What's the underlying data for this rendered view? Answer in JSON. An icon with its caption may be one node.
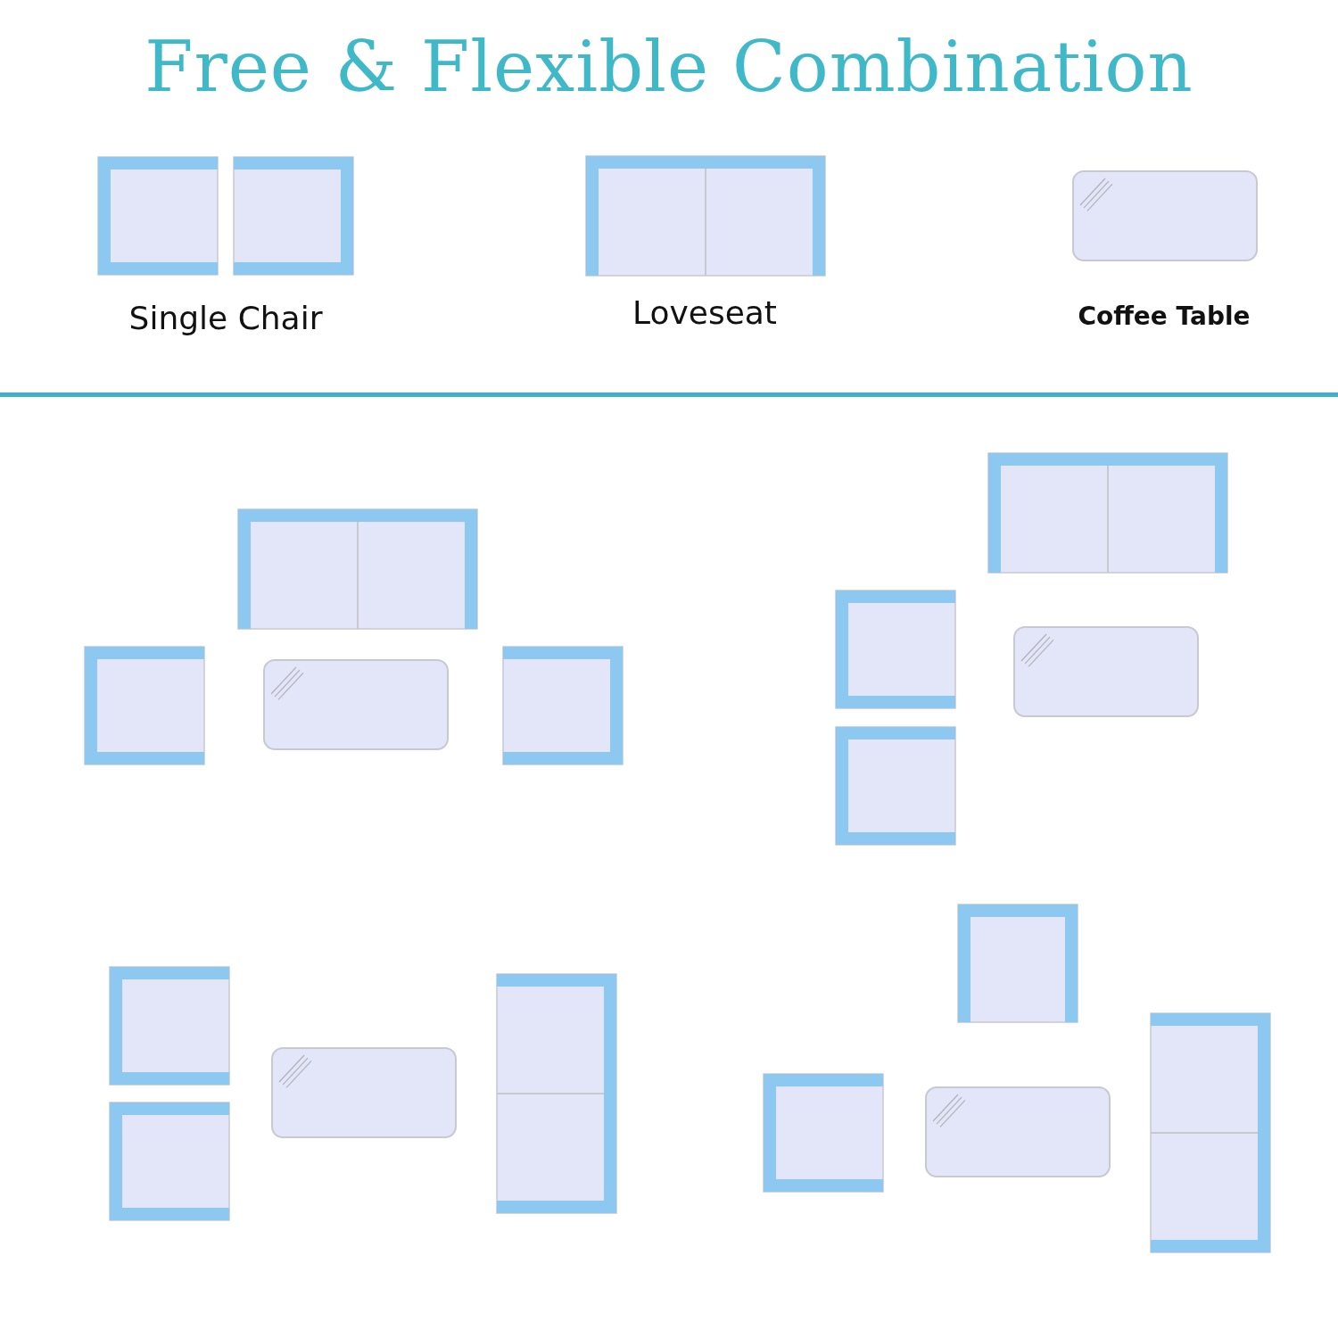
{
  "diagram": {
    "title": "Free & Flexible Combination",
    "labels": [
      "Single Chair",
      "Loveseat",
      "Coffee Table"
    ]
  }
}
